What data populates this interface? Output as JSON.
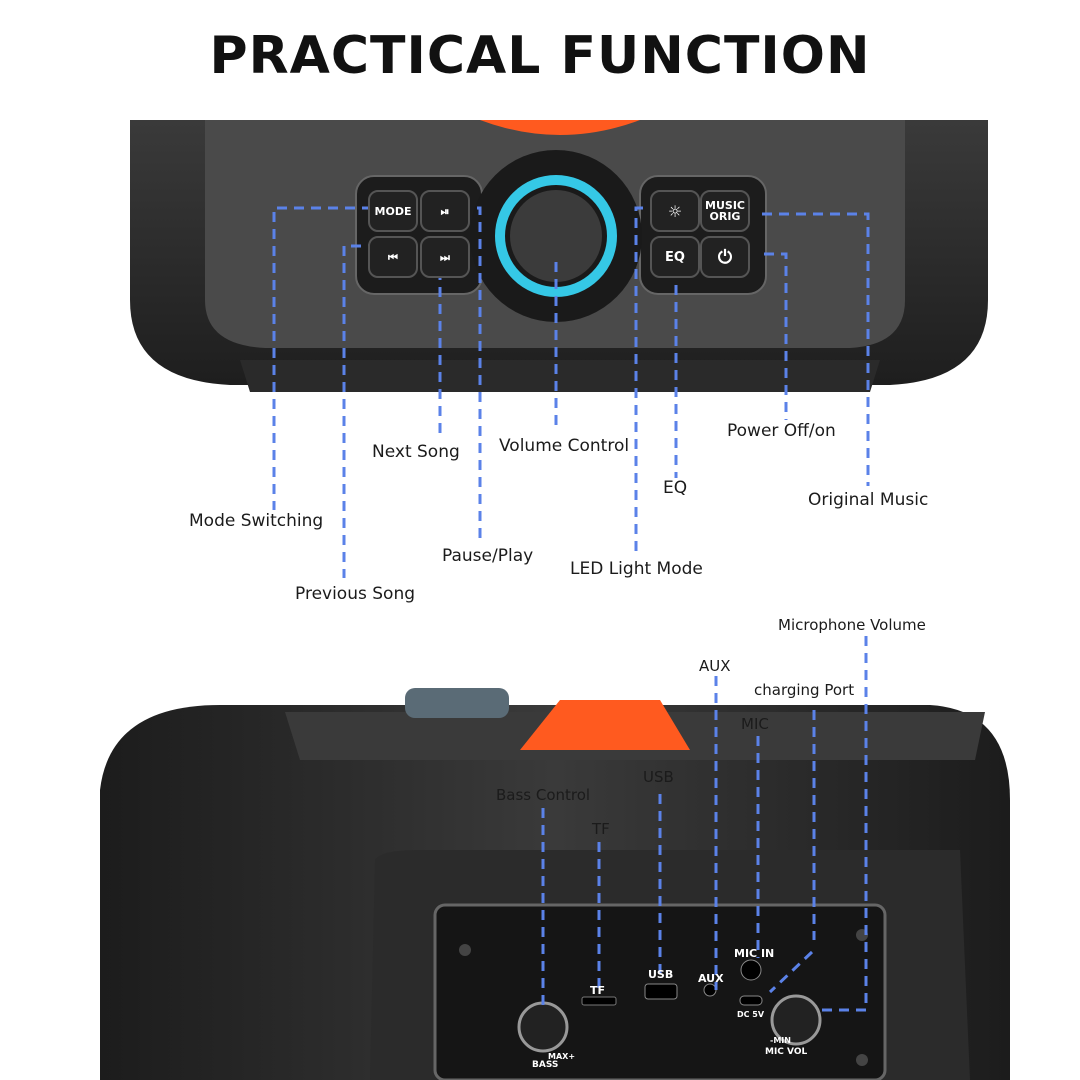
{
  "title": "PRACTICAL FUNCTION",
  "top_panel": {
    "buttons": {
      "mode": "MODE",
      "music_orig": "MUSIC ORIG",
      "eq": "EQ"
    },
    "labels": {
      "next_song": "Next Song",
      "volume_control": "Volume Control",
      "power": "Power Off/on",
      "eq": "EQ",
      "original_music": "Original Music",
      "mode_switching": "Mode Switching",
      "pause_play": "Pause/Play",
      "led_light_mode": "LED Light Mode",
      "previous_song": "Previous Song"
    }
  },
  "bottom_panel": {
    "labels": {
      "microphone_volume": "Microphone Volume",
      "aux": "AUX",
      "charging_port": "charging Port",
      "mic": "MIC",
      "usb": "USB",
      "bass_control": "Bass Control",
      "tf": "TF"
    },
    "port_labels": {
      "tf": "TF",
      "usb": "USB",
      "aux": "AUX",
      "mic_in": "MIC IN",
      "dc": "DC 5V",
      "bass": "BASS",
      "mic_vol": "MIC VOL",
      "max": "MAX+",
      "min": "-MIN"
    }
  },
  "colors": {
    "leader_line": "#5b82e8",
    "accent_orange": "#ff5a1f",
    "led_ring": "#35c8e6",
    "body": "#2b2b2b"
  }
}
